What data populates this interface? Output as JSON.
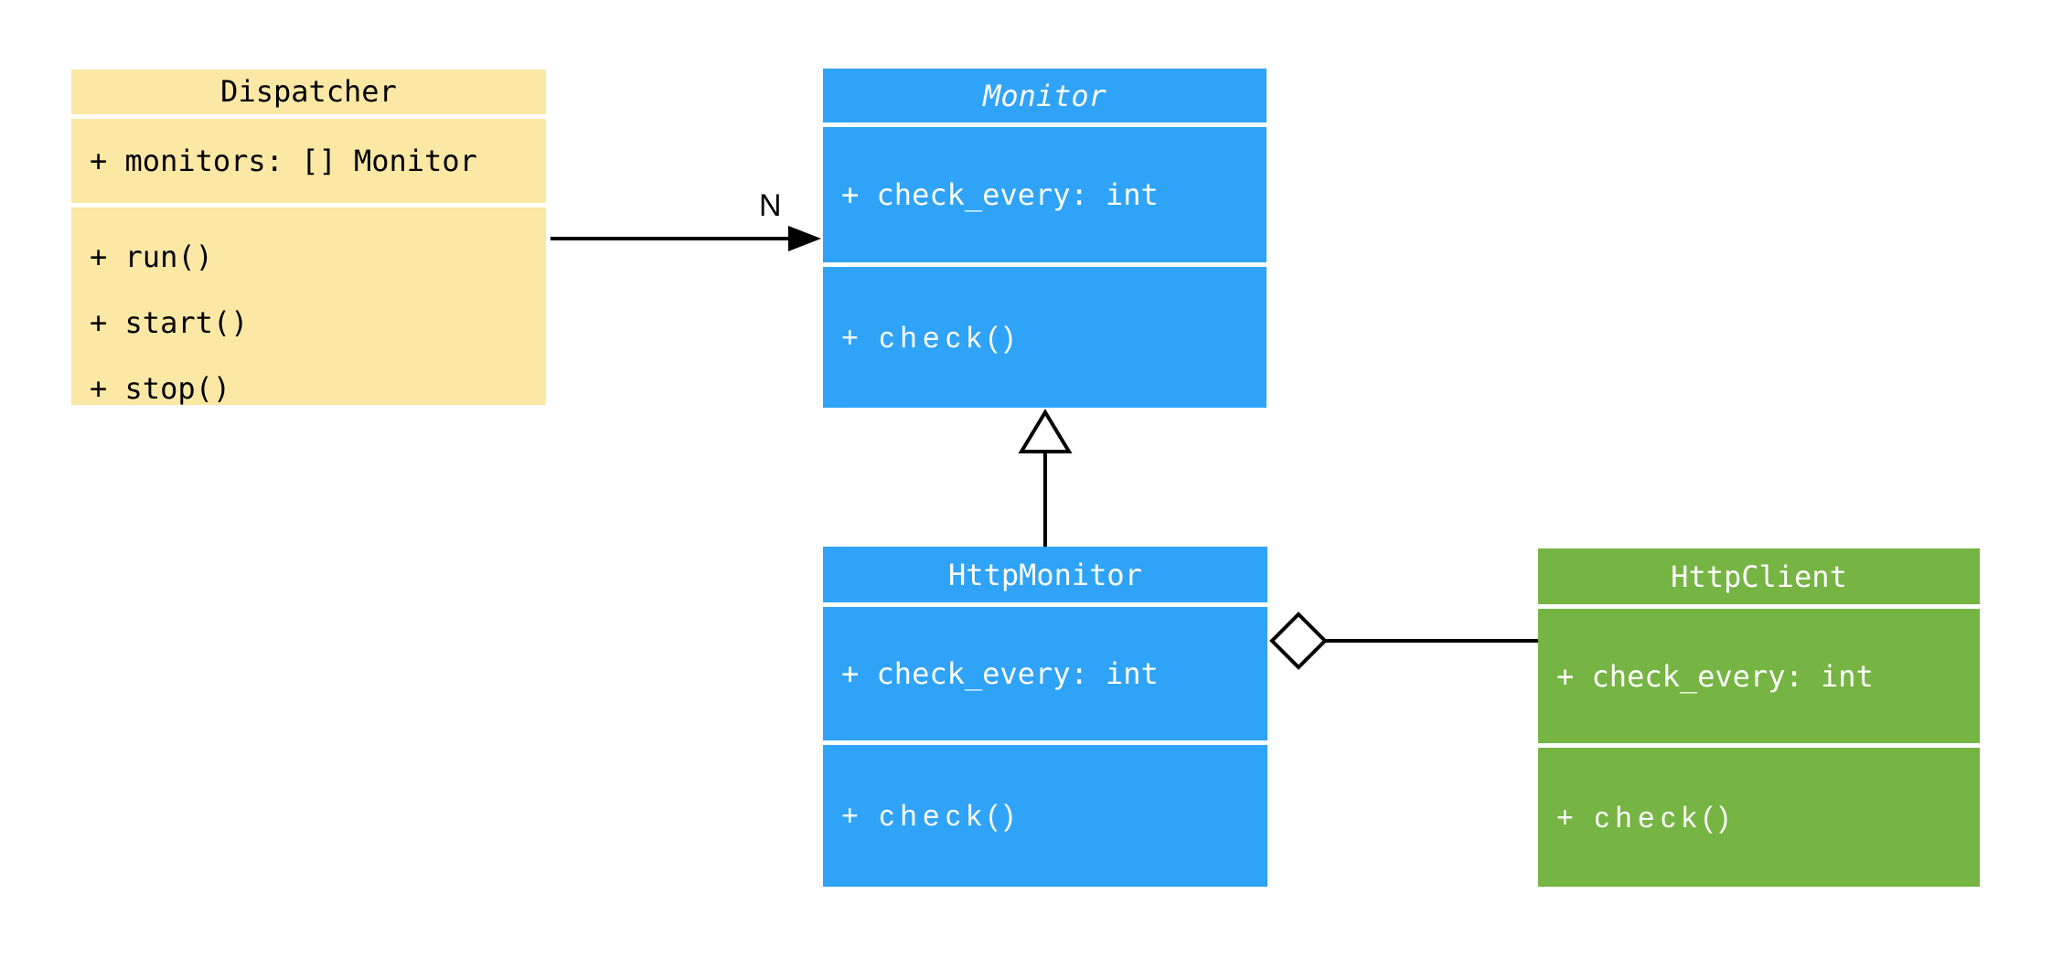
{
  "diagram": {
    "type": "uml-class-diagram",
    "background": "#ffffff",
    "line_color": "#000000",
    "classes": [
      {
        "name": "Dispatcher",
        "abstract": false,
        "fill": "#FAE8A4",
        "text_color": "#000000",
        "attributes": [
          "+ monitors: [] Monitor"
        ],
        "methods": [
          "+ run()",
          "+ start()",
          "+ stop()"
        ]
      },
      {
        "name": "Monitor",
        "abstract": true,
        "fill": "#2FA3F7",
        "text_color": "#FFFFFF",
        "attributes": [
          "+ check_every: int"
        ],
        "methods": [
          "+ check()"
        ]
      },
      {
        "name": "HttpMonitor",
        "abstract": false,
        "fill": "#2FA3F7",
        "text_color": "#FFFFFF",
        "attributes": [
          "+ check_every: int"
        ],
        "methods": [
          "+ check()"
        ]
      },
      {
        "name": "HttpClient",
        "abstract": false,
        "fill": "#76B443",
        "text_color": "#FFFFFF",
        "attributes": [
          "+ check_every: int"
        ],
        "methods": [
          "+ check()"
        ]
      }
    ],
    "relationships": [
      {
        "type": "association",
        "from": "Dispatcher",
        "to": "Monitor",
        "label": "N",
        "arrow": "filled-arrowhead"
      },
      {
        "type": "inheritance",
        "from": "HttpMonitor",
        "to": "Monitor",
        "label": "",
        "arrow": "hollow-triangle"
      },
      {
        "type": "aggregation",
        "from": "HttpMonitor",
        "to": "HttpClient",
        "label": "",
        "arrow": "hollow-diamond"
      }
    ]
  }
}
